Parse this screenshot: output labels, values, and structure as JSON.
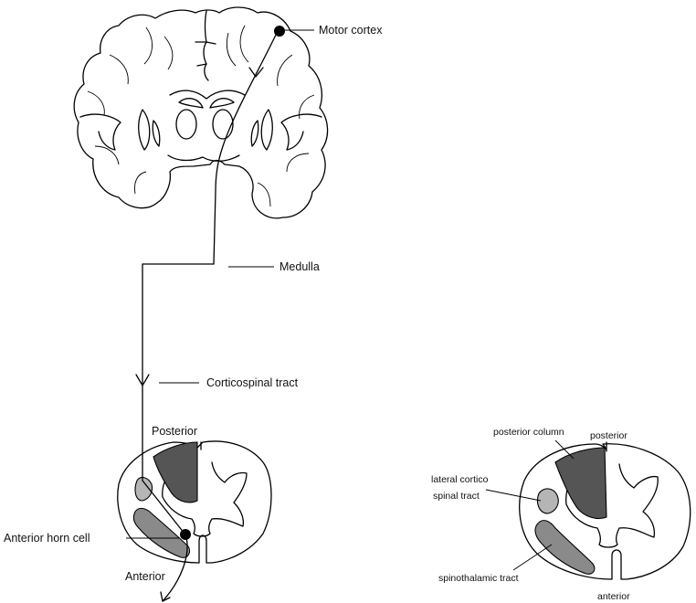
{
  "labels": {
    "motor_cortex": "Motor cortex",
    "medulla": "Medulla",
    "corticospinal_tract": "Corticospinal tract",
    "posterior": "Posterior",
    "anterior_horn_cell": "Anterior horn cell",
    "anterior": "Anterior"
  },
  "cross_section": {
    "posterior_column": "posterior column",
    "posterior": "posterior",
    "lateral_cortico_line1": "lateral cortico",
    "lateral_cortico_line2": "spinal tract",
    "spinothalamic_tract": "spinothalamic tract",
    "anterior": "anterior"
  },
  "colors": {
    "line": "#000000",
    "dark_fill": "#555555",
    "mid_fill": "#8a8a8a",
    "light_fill": "#b5b5b5"
  }
}
